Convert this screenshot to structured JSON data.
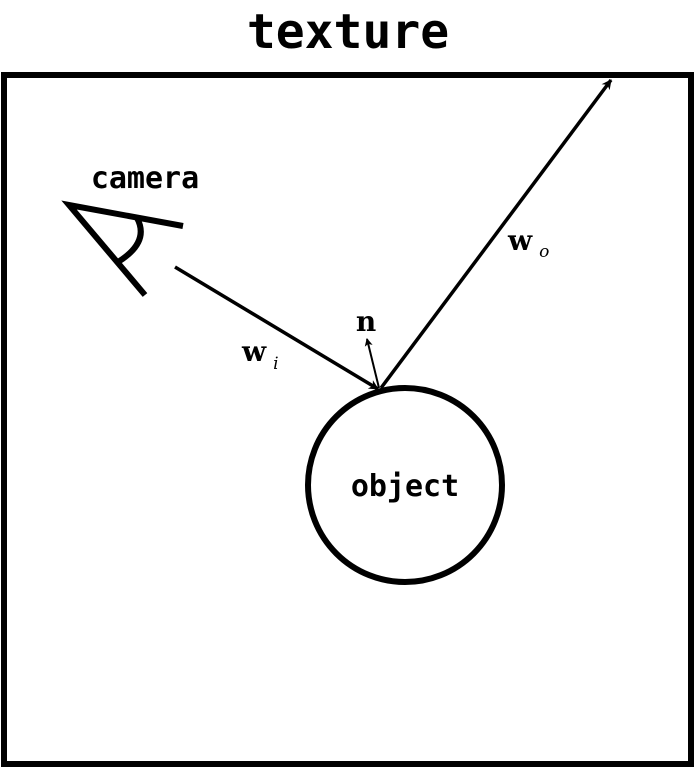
{
  "diagram": {
    "title": "texture",
    "camera_label": "camera",
    "object_label": "object",
    "vectors": {
      "incoming": {
        "symbol": "w",
        "subscript": "i"
      },
      "outgoing": {
        "symbol": "w",
        "subscript": "o"
      },
      "normal": {
        "symbol": "n"
      }
    },
    "colors": {
      "stroke": "#000000",
      "background": "#ffffff"
    }
  }
}
